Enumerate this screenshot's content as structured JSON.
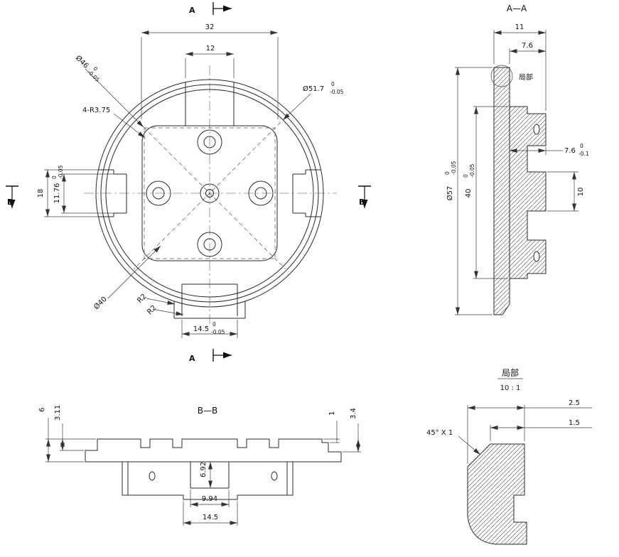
{
  "front_view": {
    "marker_top": "A",
    "marker_bottom": "A",
    "marker_left": "B",
    "marker_right": "B",
    "dim_32": "32",
    "dim_12": "12",
    "dia46": {
      "nominal": "Ø46",
      "upper": "0",
      "lower": "-0.05"
    },
    "dia517": {
      "nominal": "Ø51.7",
      "upper": "0",
      "lower": "-0.05"
    },
    "note_r375": "4-R3.75",
    "dim_18": "18",
    "dim_1176": {
      "nominal": "11.76",
      "upper": "0",
      "lower": "-0.05"
    },
    "dia40": "Ø40",
    "r2a": "R2",
    "r2b": "R2",
    "dim_145": {
      "nominal": "14.5",
      "upper": "0",
      "lower": "-0.05"
    }
  },
  "section_aa": {
    "title": "A—A",
    "dim_11": "11",
    "dim_76_top": "7.6",
    "detail_callout": "局部",
    "dia57": {
      "nominal": "Ø57",
      "upper": "0",
      "lower": "-0.05"
    },
    "dim_40": {
      "nominal": "40",
      "upper": "0",
      "lower": "-0.05"
    },
    "dim_76_right": {
      "nominal": "7.6",
      "upper": "0",
      "lower": "-0.1"
    },
    "dim_10": "10"
  },
  "section_bb": {
    "title": "B—B",
    "dim_6": "6",
    "dim_311": "3.11",
    "dim_1": "1",
    "dim_34": "3.4",
    "dim_692": "6.92",
    "dim_994": "9.94",
    "dim_145": "14.5"
  },
  "detail": {
    "title": "局部",
    "scale": "10 : 1",
    "dim_25": "2.5",
    "dim_15": "1.5",
    "chamfer_note": "45° X 1"
  }
}
